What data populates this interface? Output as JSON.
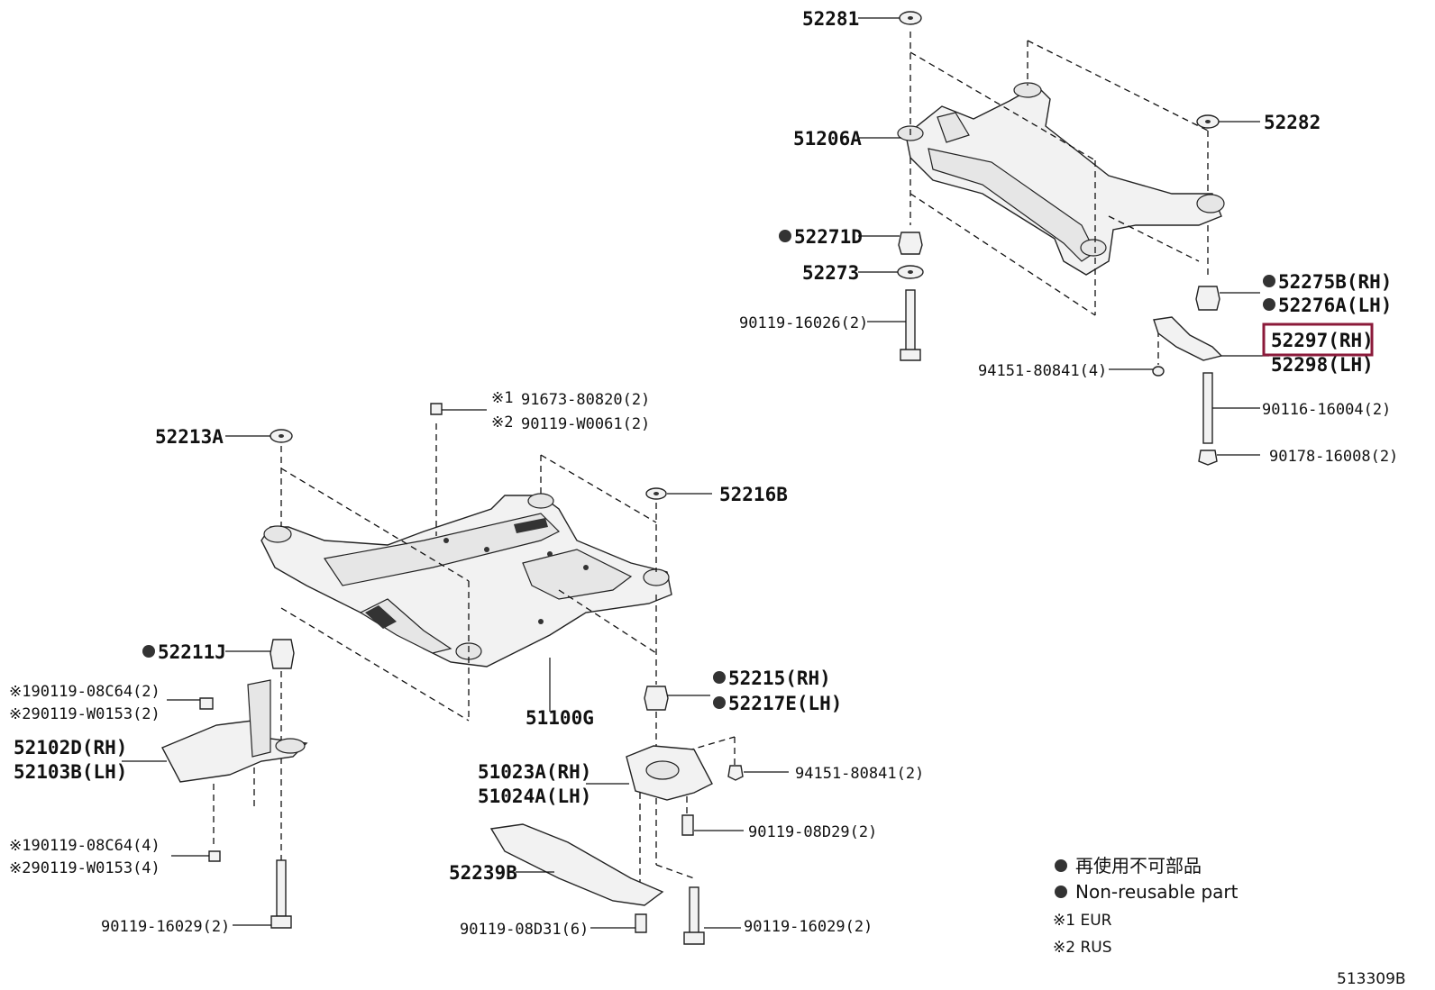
{
  "labels": {
    "p52281": "52281",
    "p51206A": "51206A",
    "p52271D": "52271D",
    "p52273": "52273",
    "p90119_16026": "90119-16026(2)",
    "p52282": "52282",
    "p52275B": "52275B(RH)",
    "p52276A": "52276A(LH)",
    "p52297": "52297(RH)",
    "p52298": "52298(LH)",
    "p94151_80841_4": "94151-80841(4)",
    "p90116_16004": "90116-16004(2)",
    "p90178_16008": "90178-16008(2)",
    "n1": "※1",
    "p91673_80820": "91673-80820(2)",
    "n2": "※2",
    "p90119_W0061": "90119-W0061(2)",
    "p52213A": "52213A",
    "p52216B": "52216B",
    "p52211J": "52211J",
    "p90119_08C64_2": "※190119-08C64(2)",
    "p90119_W0153_2": "※290119-W0153(2)",
    "p52215": "52215(RH)",
    "p52217E": "52217E(LH)",
    "p51100G": "51100G",
    "p52102D": "52102D(RH)",
    "p52103B": "52103B(LH)",
    "p51023A": "51023A(RH)",
    "p51024A": "51024A(LH)",
    "p94151_80841_2": "94151-80841(2)",
    "p90119_08D29": "90119-08D29(2)",
    "p90119_08C64_4": "※190119-08C64(4)",
    "p90119_W0153_4": "※290119-W0153(4)",
    "p52239B": "52239B",
    "p90119_16029_left": "90119-16029(2)",
    "p90119_08D31": "90119-08D31(6)",
    "p90119_16029_right": "90119-16029(2)"
  },
  "legend": {
    "jp": "再使用不可部品",
    "en": "Non-reusable part",
    "note1": "※1 EUR",
    "note2": "※2 RUS"
  },
  "diagram_code": "513309B",
  "highlight_color": "#8b1a3a"
}
